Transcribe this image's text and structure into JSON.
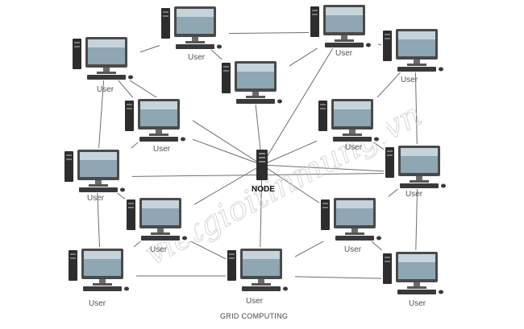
{
  "diagram": {
    "caption": "GRID COMPUTING",
    "center_label": "NODE",
    "watermark": "vietgioitinmung.vn",
    "computer_label": "User",
    "colors": {
      "line": "#6e6e6e",
      "tower": "#2d2d2d",
      "monitor_frame": "#4a4a4a",
      "screen": "#8fa6b3",
      "keyboard": "#3a3a3a",
      "label": "#555555"
    },
    "icons": [
      "desktop-computer-icon",
      "server-tower-icon"
    ]
  }
}
